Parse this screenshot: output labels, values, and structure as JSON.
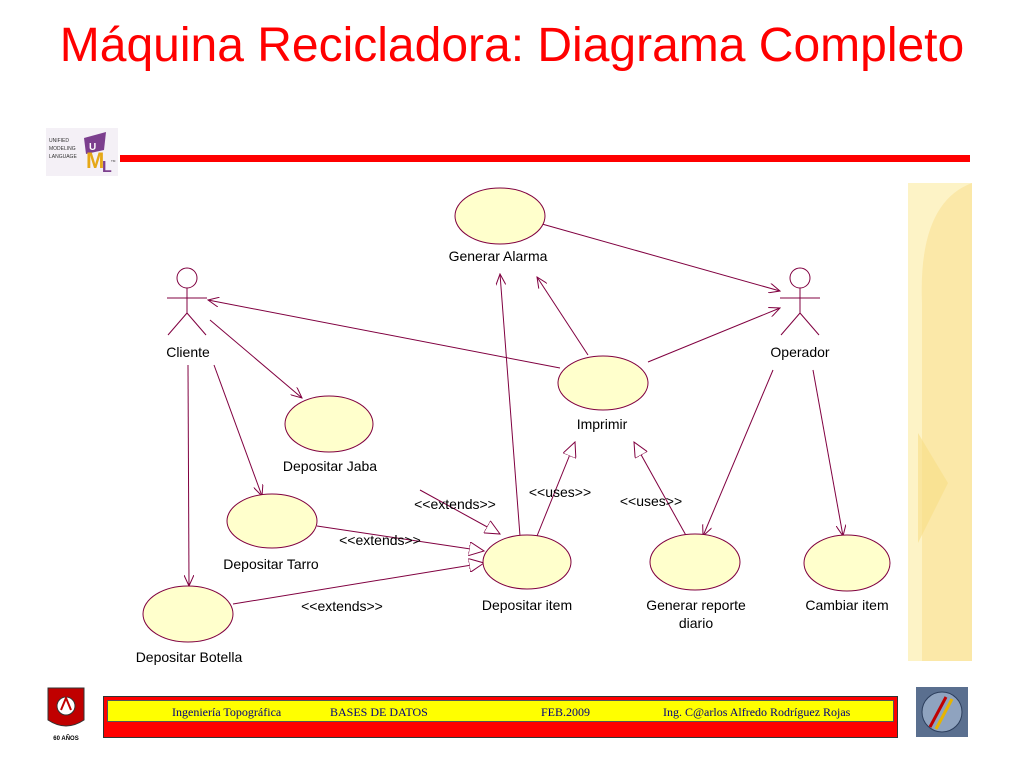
{
  "title": "Máquina Recicladora: Diagrama Completo",
  "logo": {
    "lines": [
      "UNIFIED",
      "MODELING",
      "LANGUAGE"
    ],
    "letters": [
      "U",
      "M",
      "L"
    ],
    "trademark": "TM"
  },
  "diagram": {
    "actors": {
      "cliente": "Cliente",
      "operador": "Operador"
    },
    "use_cases": {
      "generar_alarma": "Generar Alarma",
      "imprimir": "Imprimir",
      "depositar_jaba": "Depositar Jaba",
      "depositar_tarro": "Depositar Tarro",
      "depositar_botella": "Depositar Botella",
      "depositar_item": "Depositar item",
      "generar_reporte_line1": "Generar reporte",
      "generar_reporte_line2": "diario",
      "cambiar_item": "Cambiar item"
    },
    "relations": {
      "extends_jaba": "<<extends>>",
      "extends_tarro": "<<extends>>",
      "extends_botella": "<<extends>>",
      "uses_item": "<<uses>>",
      "uses_reporte": "<<uses>>"
    }
  },
  "footer": {
    "left_logo_text": "60 AÑOS",
    "course": "Ingeniería Topográfica",
    "subject": "BASES DE DATOS",
    "date": "FEB.2009",
    "author": "Ing. C@arlos Alfredo Rodríguez Rojas"
  },
  "colors": {
    "title": "#ff0000",
    "use_case_fill": "#ffffcc",
    "line": "#800040",
    "footer_bar": "#ff0000",
    "footer_band": "#ffff00"
  }
}
